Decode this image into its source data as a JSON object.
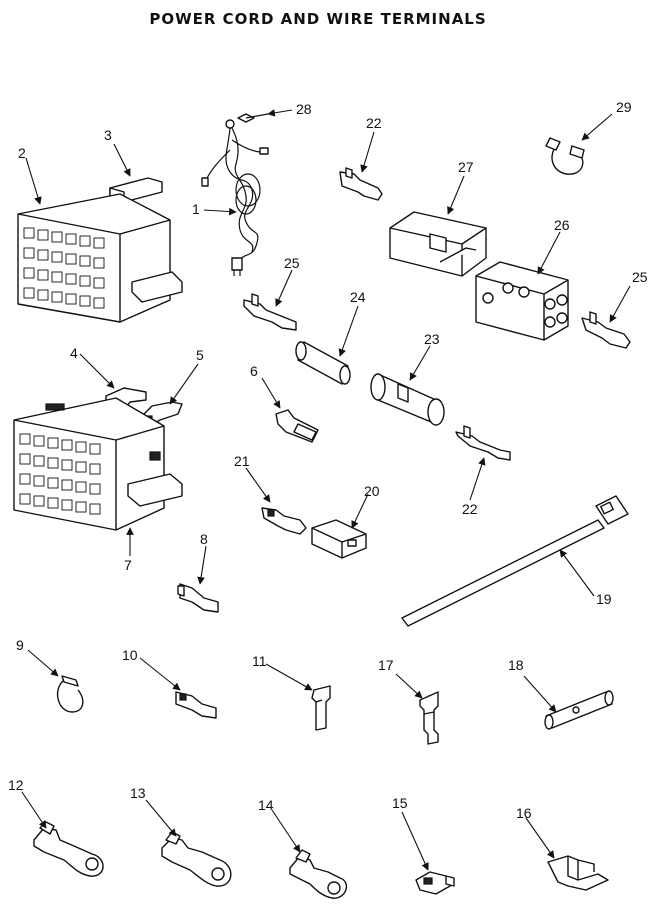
{
  "title": "POWER CORD AND WIRE TERMINALS",
  "callouts": {
    "p1": "1",
    "p2": "2",
    "p3": "3",
    "p4": "4",
    "p5": "5",
    "p6": "6",
    "p7": "7",
    "p8": "8",
    "p9": "9",
    "p10": "10",
    "p11": "11",
    "p12": "12",
    "p13": "13",
    "p14": "14",
    "p15": "15",
    "p16": "16",
    "p17": "17",
    "p18": "18",
    "p19": "19",
    "p20": "20",
    "p21": "21",
    "p22a": "22",
    "p22b": "22",
    "p23": "23",
    "p24": "24",
    "p25a": "25",
    "p25b": "25",
    "p26": "26",
    "p27": "27",
    "p28": "28",
    "p29": "29"
  }
}
